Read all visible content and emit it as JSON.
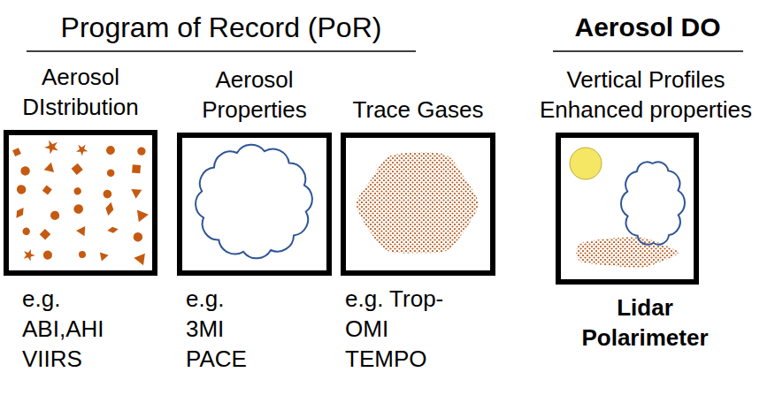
{
  "diagram": {
    "title": "Program of Record (PoR)",
    "nodes": [
      {
        "text": [
          "Aerosol DIstribution",
          "e.g. ABI,AHI VIIRS"
        ]
      },
      {
        "text": [
          "Aerosol Properties",
          "e.g. 3MI PACE"
        ]
      },
      {
        "text": [
          "Trace Gases",
          "e.g. Trop-OMI TEMPO"
        ]
      },
      {
        "text": [
          "Vertical Profiles Enhanced properties",
          "Lidar Polarimeter"
        ]
      }
    ],
    "labels": [
      "Aerosol DO"
    ]
  }
}
